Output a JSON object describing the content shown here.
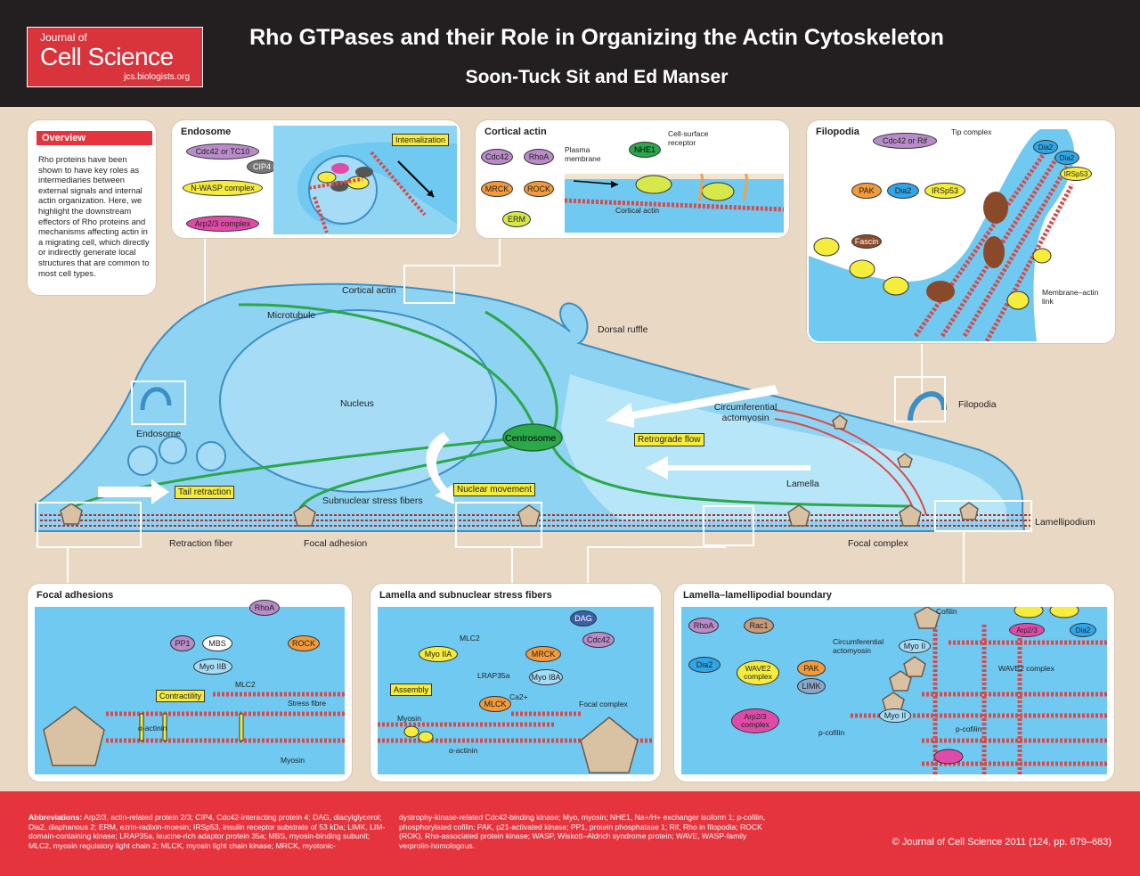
{
  "header": {
    "journal_top": "Journal of",
    "journal_name": "Cell Science",
    "journal_url": "jcs.biologists.org",
    "title": "Rho GTPases and their Role in Organizing the Actin Cytoskeleton",
    "authors": "Soon-Tuck Sit and Ed Manser"
  },
  "overview": {
    "heading": "Overview",
    "text": "Rho proteins have been shown to have key roles as intermediaries between external signals and internal actin organization. Here, we highlight the downstream effectors of Rho proteins and mechanisms affecting actin in a migrating cell, which directly or indirectly generate local structures that are common to most cell types."
  },
  "endosome_panel": {
    "title": "Endosome",
    "cdc42": "Cdc42 or TC10",
    "cip4": "CIP4",
    "nwasp": "N-WASP complex",
    "arp23": "Arp2/3 complex",
    "internalization": "Internalization"
  },
  "cortical_panel": {
    "title": "Cortical actin",
    "cdc42": "Cdc42",
    "rhoa": "RhoA",
    "mrck": "MRCK",
    "rock": "ROCK",
    "erm": "ERM",
    "plasma_membrane": "Plasma membrane",
    "nhe1": "NHE1",
    "receptor": "Cell-surface receptor",
    "cortical_actin": "Cortical actin"
  },
  "filopodia_panel": {
    "title": "Filopodia",
    "cdc42_rif": "Cdc42 or Rif",
    "pak": "PAK",
    "dia2": "Dia2",
    "irsp53": "IRSp53",
    "fascin": "Fascin",
    "tip_complex": "Tip complex",
    "membrane_actin_link": "Membrane–actin link",
    "tip_dia2a": "Dia2",
    "tip_dia2b": "Dia2",
    "tip_irsp53": "IRSp53"
  },
  "cell": {
    "cortical_actin": "Cortical actin",
    "microtubule": "Microtubule",
    "nucleus": "Nucleus",
    "dorsal_ruffle": "Dorsal ruffle",
    "endosome": "Endosome",
    "centrosome": "Centrosome",
    "circumferential": "Circumferential actomyosin",
    "filopodia": "Filopodia",
    "retrograde_flow": "Retrograde flow",
    "tail_retraction": "Tail retraction",
    "nuclear_movement": "Nuclear movement",
    "subnuclear": "Subnuclear stress fibers",
    "lamella": "Lamella",
    "lamellipodium": "Lamellipodium",
    "retraction_fiber": "Retraction fiber",
    "focal_adhesion": "Focal adhesion",
    "focal_complex": "Focal complex"
  },
  "focal_adhesions_panel": {
    "title": "Focal adhesions",
    "rhoa": "RhoA",
    "pp1": "PP1",
    "mbs": "MBS",
    "rock": "ROCK",
    "myo2b": "Myo IIB",
    "mlc2": "MLC2",
    "contractility": "Contractility",
    "stress_fibre": "Stress fibre",
    "alpha_actinin": "α-actinin",
    "myosin": "Myosin"
  },
  "lamella_panel": {
    "title": "Lamella and subnuclear stress fibers",
    "dag": "DAG",
    "cdc42": "Cdc42",
    "mrck": "MRCK",
    "mlc2": "MLC2",
    "myo2a": "Myo IIA",
    "lrap35a": "LRAP35a",
    "myo18a": "Myo I8A",
    "assembly": "Assembly",
    "mlck": "MLCK",
    "ca": "Ca2+",
    "myosin": "Myosin",
    "alpha_actinin": "α-actinin",
    "focal_complex": "Focal complex"
  },
  "boundary_panel": {
    "title": "Lamella–lamellipodial boundary",
    "rhoa": "RhoA",
    "rac1": "Rac1",
    "dia2": "Dia2",
    "wave2": "WAVE2 complex",
    "pak": "PAK",
    "limk": "LIMK",
    "arp23": "Arp2/3 complex",
    "pcofilin": "p-cofilin",
    "cofilin": "Cofilin",
    "circumferential": "Circumferential actomyosin",
    "myo2a": "Myo II",
    "myo2b": "Myo II",
    "arp23_small": "Arp2/3",
    "dia2_small": "Dia2",
    "wave2_small": "WAVE2 complex",
    "pcofilin2": "p-cofilin"
  },
  "footer": {
    "abbr_label": "Abbreviations:",
    "abbr_part1": " Arp2/3, actin-related protein 2/3; CIP4, Cdc42-interacting protein 4; DAG, diacylglycerol; Dia2, diaphanous 2; ERM, ezrin-radixin-moesin; IRSp53, insulin receptor substrate of 53 kDa; LIMK, LIM-domain-containing kinase; LRAP35a, leucine-rich adaptor protein 35a; MBS, myosin-binding subunit; MLC2, myosin regulatory light chain 2; MLCK, myosin light chain kinase; MRCK, myotonic-",
    "abbr_part2": "dystrophy-kinase-related Cdc42-binding kinase; Myo, myosin; NHE1, Na+/H+ exchanger isoform 1; p-cofilin, phosphorylated cofilin; PAK, p21-activated kinase; PP1, protein phosphatase 1; Rif, Rho in filopodia; ROCK (ROK), Rho-associated protein kinase; WASP, Wiskott–Aldrich syndrome protein; WAVE, WASP-family verprolin-homologous.",
    "copyright": "© Journal of Cell Science 2011 (124, pp. 679–683)"
  },
  "colors": {
    "header_bg": "#231f20",
    "accent_red": "#e5343d",
    "background": "#e9d9c4",
    "cytoplasm": "#6fc9f1",
    "actin": "#d94a4a",
    "yellow_label": "#f6ec3c"
  }
}
